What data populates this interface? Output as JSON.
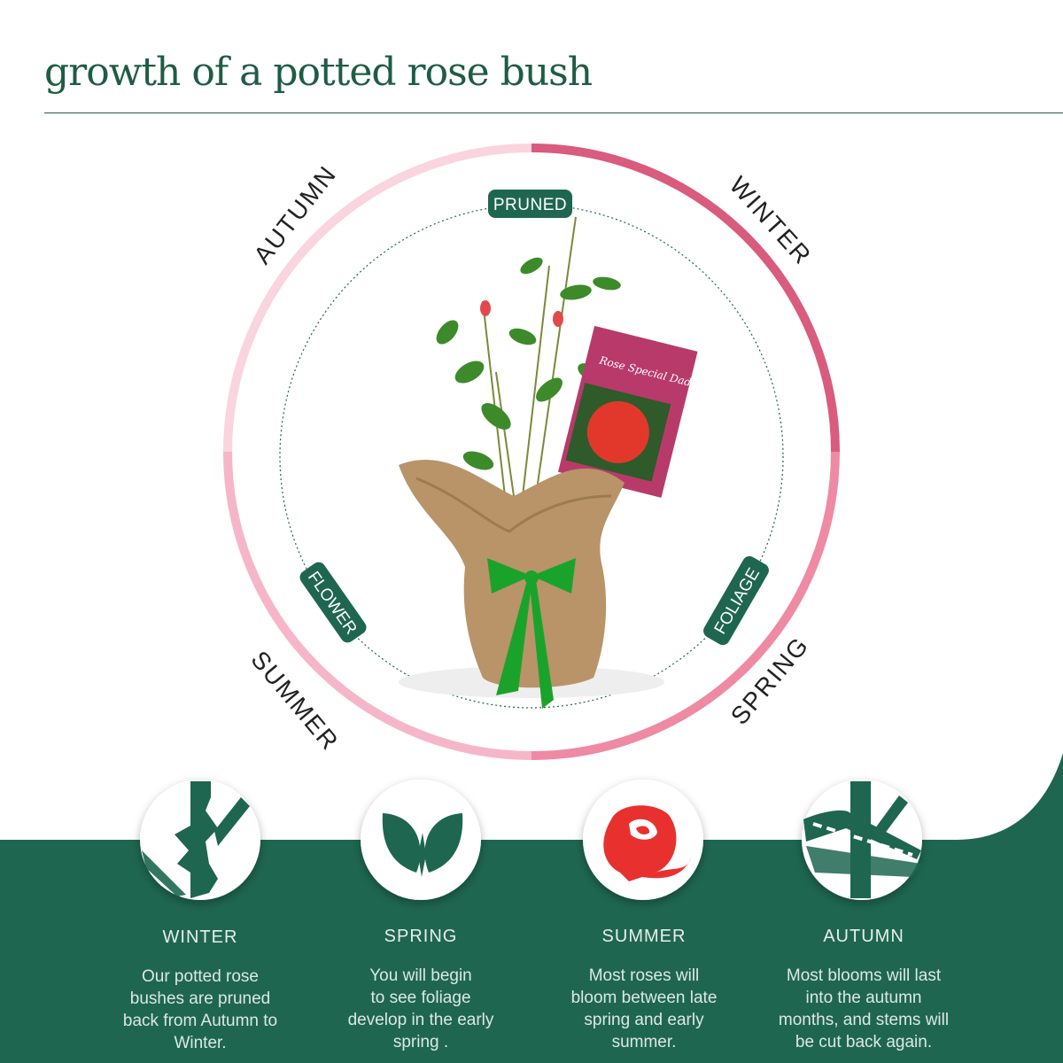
{
  "title": "growth of a potted rose bush",
  "wheel": {
    "quadrants": [
      {
        "label": "WINTER",
        "color": "#d95b7e"
      },
      {
        "label": "SPRING",
        "color": "#ee8aa3"
      },
      {
        "label": "SUMMER",
        "color": "#f6b6c9"
      },
      {
        "label": "AUTUMN",
        "color": "#fad4df"
      }
    ],
    "tags": {
      "pruned": "PRUNED",
      "flower": "FLOWER",
      "foliage": "FOLIAGE"
    },
    "card_text": "Rose Special Dad"
  },
  "colors": {
    "green": "#1e6650",
    "rose_red": "#e8312f"
  },
  "seasons": [
    {
      "name": "WINTER",
      "icon": "pruned-stem-icon",
      "desc": [
        "Our potted rose",
        "bushes are pruned",
        "back from Autumn to",
        "Winter."
      ]
    },
    {
      "name": "SPRING",
      "icon": "leaves-icon",
      "desc": [
        "You will begin",
        "to see foliage",
        "develop in the early",
        "spring ."
      ]
    },
    {
      "name": "SUMMER",
      "icon": "rose-icon",
      "desc": [
        "Most roses will",
        "bloom between late",
        "spring and early",
        "summer."
      ]
    },
    {
      "name": "AUTUMN",
      "icon": "cut-stem-icon",
      "desc": [
        "Most blooms will last",
        "into the autumn",
        "months, and stems will",
        "be cut back again."
      ]
    }
  ]
}
